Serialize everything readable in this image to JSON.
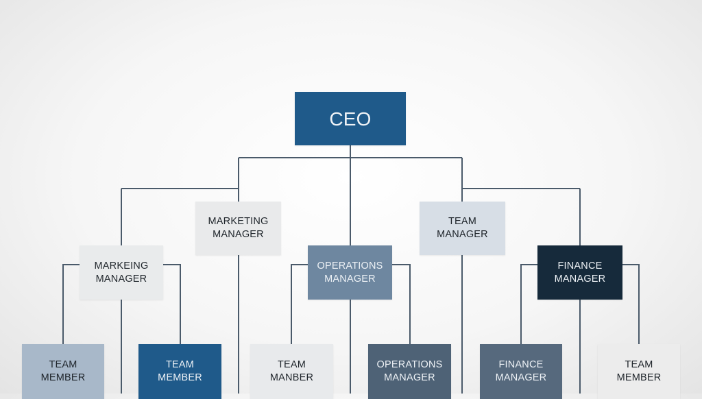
{
  "nodes": {
    "ceo": {
      "label": "CEO",
      "color": "#1f5a8a"
    },
    "marketing_manager_top": {
      "line1": "MARKETING",
      "line2": "MANAGER",
      "color": "#e9eaeb"
    },
    "team_manager": {
      "line1": "TEAM",
      "line2": "MANAGER",
      "color": "#d7dee6"
    },
    "marketing_manager_left": {
      "line1": "MARKEING",
      "line2": "MANAGER",
      "color": "#e9ebec"
    },
    "operations_manager": {
      "line1": "OPERATIONS",
      "line2": "MANAGER",
      "color": "#6e87a0"
    },
    "finance_manager": {
      "line1": "FINANCE",
      "line2": "MANAGER",
      "color": "#162a3b"
    },
    "bottom": [
      {
        "line1": "TEAM",
        "line2": "MEMBER",
        "color": "#a8b8c9"
      },
      {
        "line1": "TEAM",
        "line2": "MEMBER",
        "color": "#1f5a8a"
      },
      {
        "line1": "TEAM",
        "line2": "MANBER",
        "color": "#e8eaec"
      },
      {
        "line1": "OPERATIONS",
        "line2": "MANAGER",
        "color": "#4e6276"
      },
      {
        "line1": "FINANCE",
        "line2": "MANAGER",
        "color": "#56697d"
      },
      {
        "line1": "TEAM",
        "line2": "MEMBER",
        "color": "#ececec"
      }
    ]
  },
  "connector_color": "#4a5a6a"
}
